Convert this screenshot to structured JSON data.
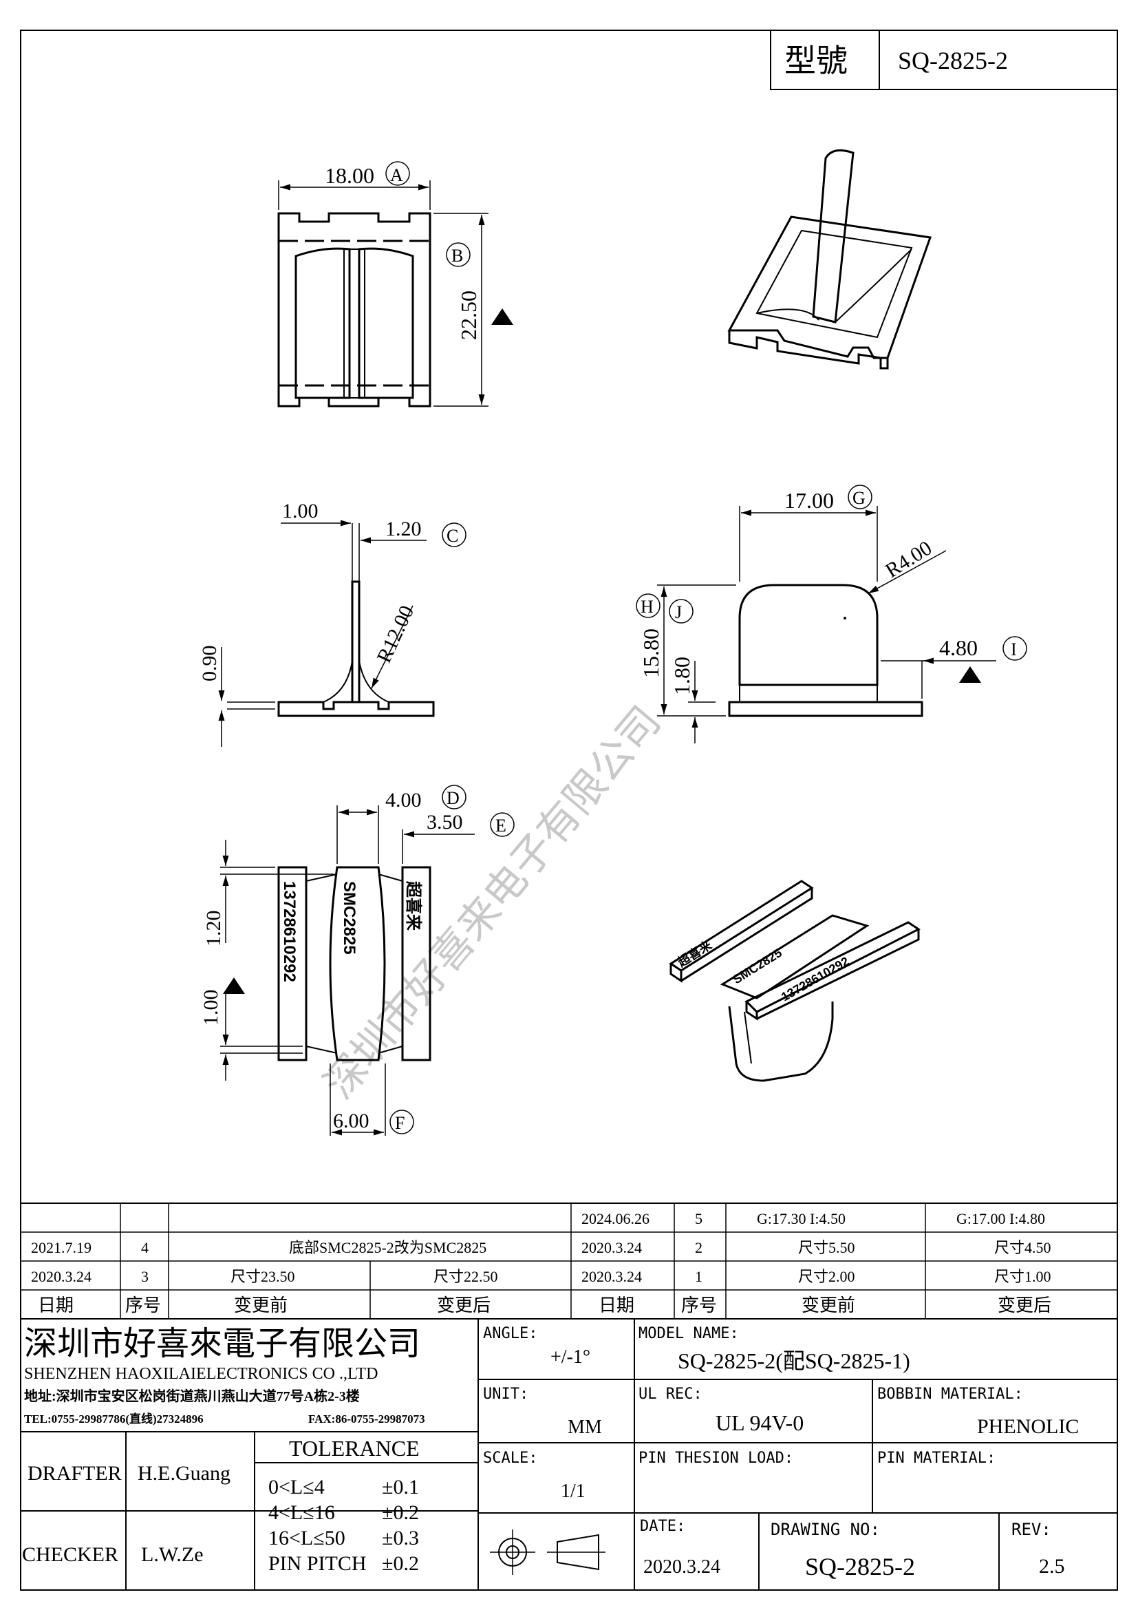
{
  "header": {
    "model_label": "型號",
    "model_value": "SQ-2825-2"
  },
  "views": {
    "top": {
      "dim_a": "18.00",
      "tag_a": "A",
      "dim_b": "22.50",
      "tag_b": "B"
    },
    "side": {
      "dim_1": "1.00",
      "dim_c": "1.20",
      "tag_c": "C",
      "dim_090": "0.90",
      "radius": "R12.00"
    },
    "front": {
      "dim_g": "17.00",
      "tag_g": "G",
      "radius": "R4.00",
      "dim_h": "15.80",
      "tag_h": "H",
      "dim_j": "1.80",
      "tag_j": "J",
      "dim_i": "4.80",
      "tag_i": "I"
    },
    "bottom": {
      "dim_d": "4.00",
      "tag_d": "D",
      "dim_e": "3.50",
      "tag_e": "E",
      "dim_120": "1.20",
      "dim_100": "1.00",
      "dim_f": "6.00",
      "tag_f": "F",
      "mark_left": "13728610292",
      "mark_mid": "SMC2825",
      "mark_right": "超喜来"
    },
    "iso_bottom": {
      "mark_left": "超喜来",
      "mark_mid": "SMC2825",
      "mark_right": "13728610292"
    }
  },
  "watermark": "深圳市好喜来电子有限公司",
  "revisions": {
    "rows": [
      {
        "date_l": "",
        "no_l": "",
        "before_l": "",
        "after_l": "",
        "date_r": "2024.06.26",
        "no_r": "5",
        "before_r": "G:17.30  I:4.50",
        "after_r": "G:17.00  I:4.80"
      },
      {
        "date_l": "2021.7.19",
        "no_l": "4",
        "merged_l": "底部SMC2825-2改为SMC2825",
        "date_r": "2020.3.24",
        "no_r": "2",
        "before_r": "尺寸5.50",
        "after_r": "尺寸4.50"
      },
      {
        "date_l": "2020.3.24",
        "no_l": "3",
        "before_l": "尺寸23.50",
        "after_l": "尺寸22.50",
        "date_r": "2020.3.24",
        "no_r": "1",
        "before_r": "尺寸2.00",
        "after_r": "尺寸1.00"
      }
    ],
    "header": {
      "date": "日期",
      "no": "序号",
      "before": "变更前",
      "after": "变更后"
    }
  },
  "title_block": {
    "company_cn": "深圳市好喜來電子有限公司",
    "company_en": "SHENZHEN HAOXILAIELECTRONICS CO .,LTD",
    "address": "地址:深圳市宝安区松岗街道燕川燕山大道77号A栋2-3楼",
    "tel": "TEL:0755-29987786(直线)27324896",
    "fax": "FAX:86-0755-29987073",
    "angle_label": "ANGLE:",
    "angle_value": "+/-1°",
    "model_name_label": "MODEL NAME:",
    "model_name_value": "SQ-2825-2(配SQ-2825-1)",
    "unit_label": "UNIT:",
    "unit_value": "MM",
    "ul_label": "UL REC:",
    "ul_value": "UL 94V-0",
    "bobbin_label": "BOBBIN MATERIAL:",
    "bobbin_value": "PHENOLIC",
    "scale_label": "SCALE:",
    "scale_value": "1/1",
    "pin_load_label": "PIN THESION LOAD:",
    "pin_material_label": "PIN MATERIAL:",
    "drafter_label": "DRAFTER",
    "drafter_value": "H.E.Guang",
    "checker_label": "CHECKER",
    "checker_value": "L.W.Ze",
    "tolerance_label": "TOLERANCE",
    "tolerance_rows": [
      {
        "range": "0<L≤4",
        "tol": "±0.1"
      },
      {
        "range": "4<L≤16",
        "tol": "±0.2"
      },
      {
        "range": "16<L≤50",
        "tol": "±0.3"
      },
      {
        "range": "PIN PITCH",
        "tol": "±0.2"
      }
    ],
    "date_label": "DATE:",
    "date_value": "2020.3.24",
    "drawing_no_label": "DRAWING NO:",
    "drawing_no_value": "SQ-2825-2",
    "rev_label": "REV:",
    "rev_value": "2.5"
  }
}
